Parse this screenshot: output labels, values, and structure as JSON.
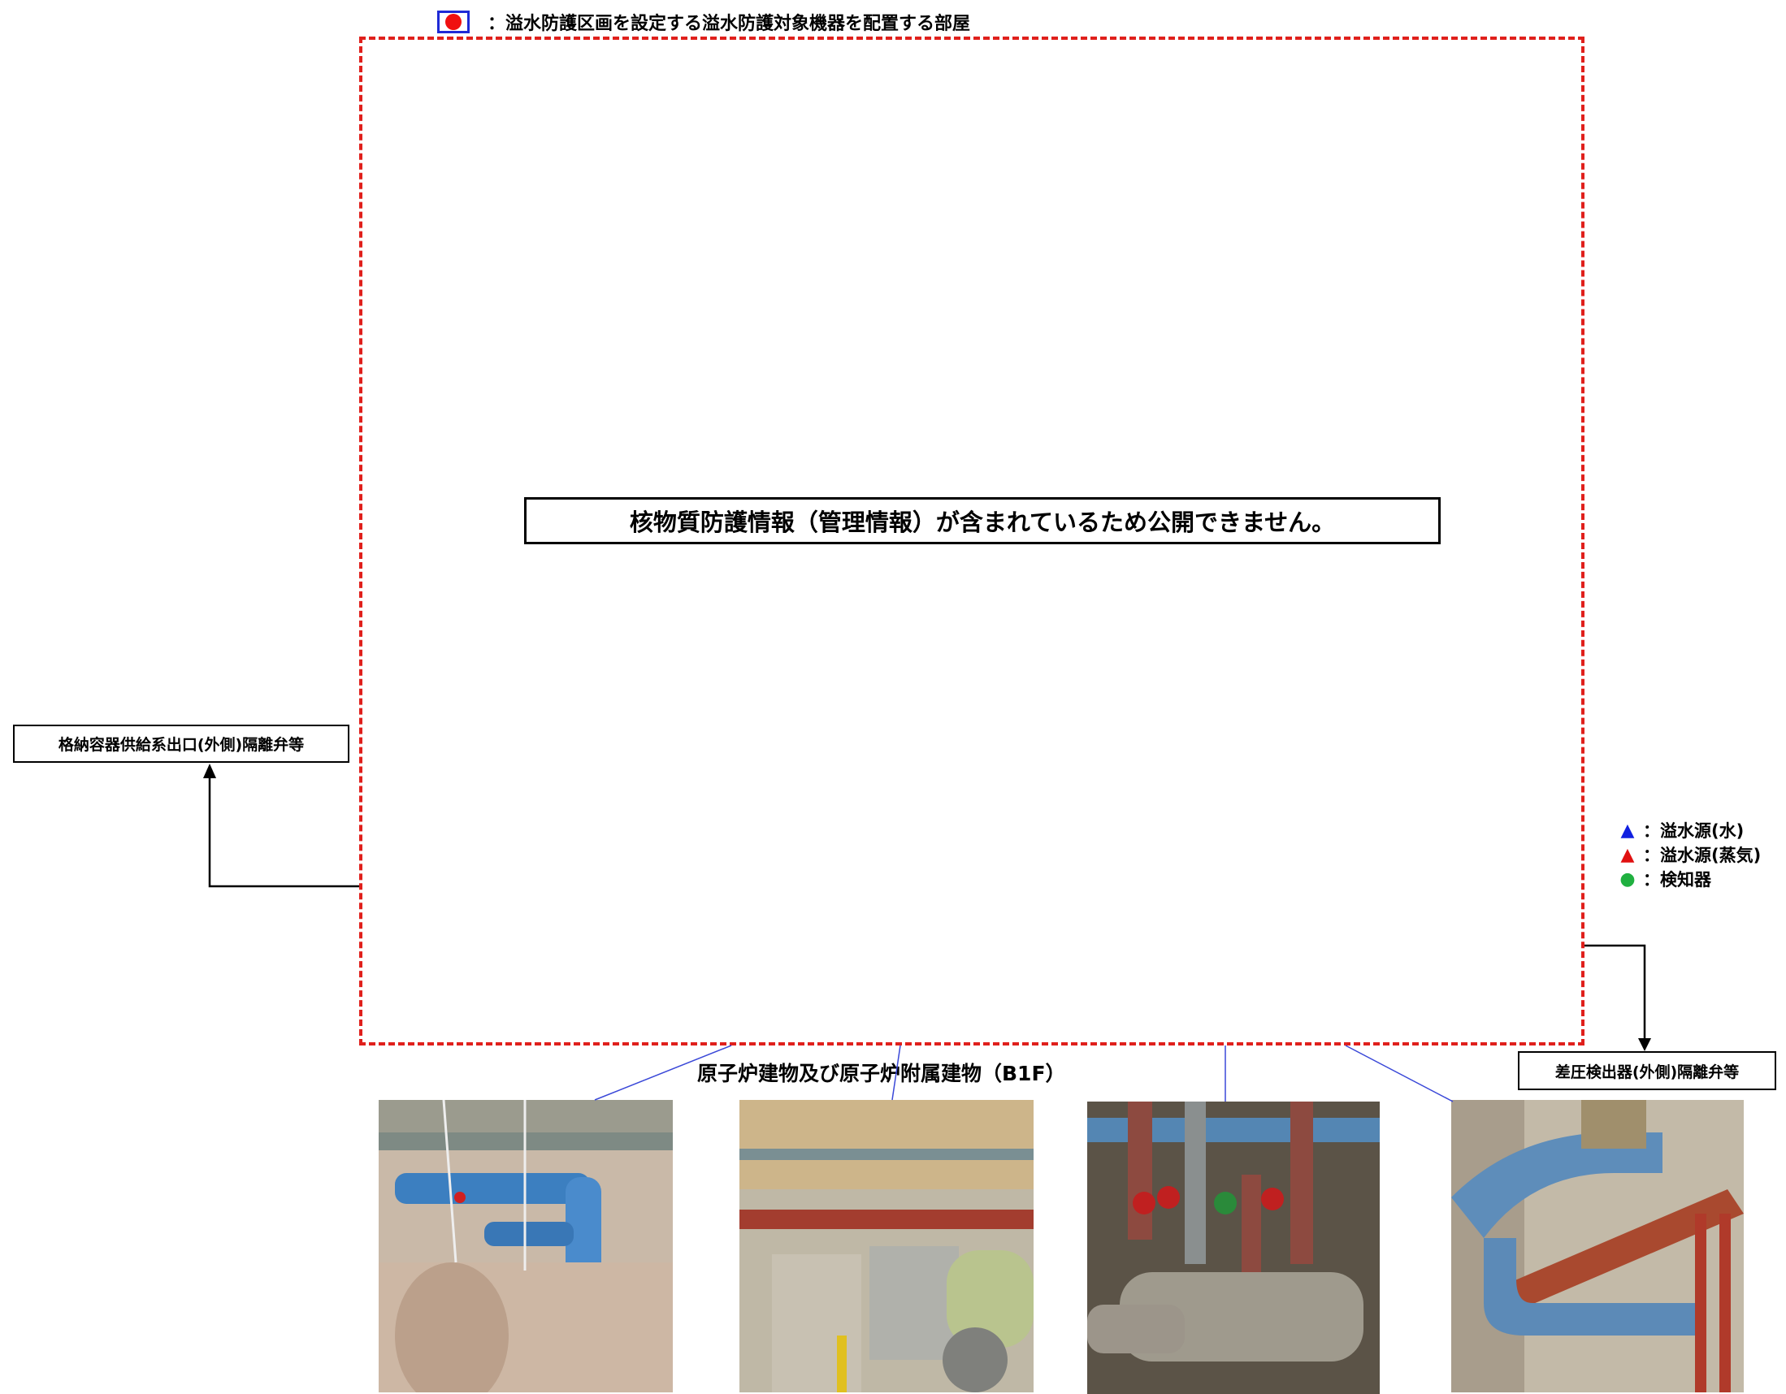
{
  "legend_top": {
    "room_label": "：溢水防護区画を設定する溢水防護対象機器を配置する部屋",
    "swatch_color": "#f01010"
  },
  "notice": "核物質防護情報（管理情報）が含まれているため公開できません。",
  "callouts": {
    "left": "格納容器供給系出口(外側)隔離弁等",
    "right": "差圧検出器(外側)隔離弁等"
  },
  "floor_title": "原子炉建物及び原子炉附属建物（B1F）",
  "legend_right": [
    {
      "symbol": "▲",
      "color": "#1020e0",
      "label": "：溢水源(水)"
    },
    {
      "symbol": "▲",
      "color": "#e01010",
      "label": "：溢水源(蒸気)"
    },
    {
      "symbol": "●",
      "color": "#20b040",
      "label": "：検知器"
    }
  ],
  "colors": {
    "boundary": "#e0201c",
    "leader_lines": "#3a48d8",
    "arrows": "#000000"
  }
}
